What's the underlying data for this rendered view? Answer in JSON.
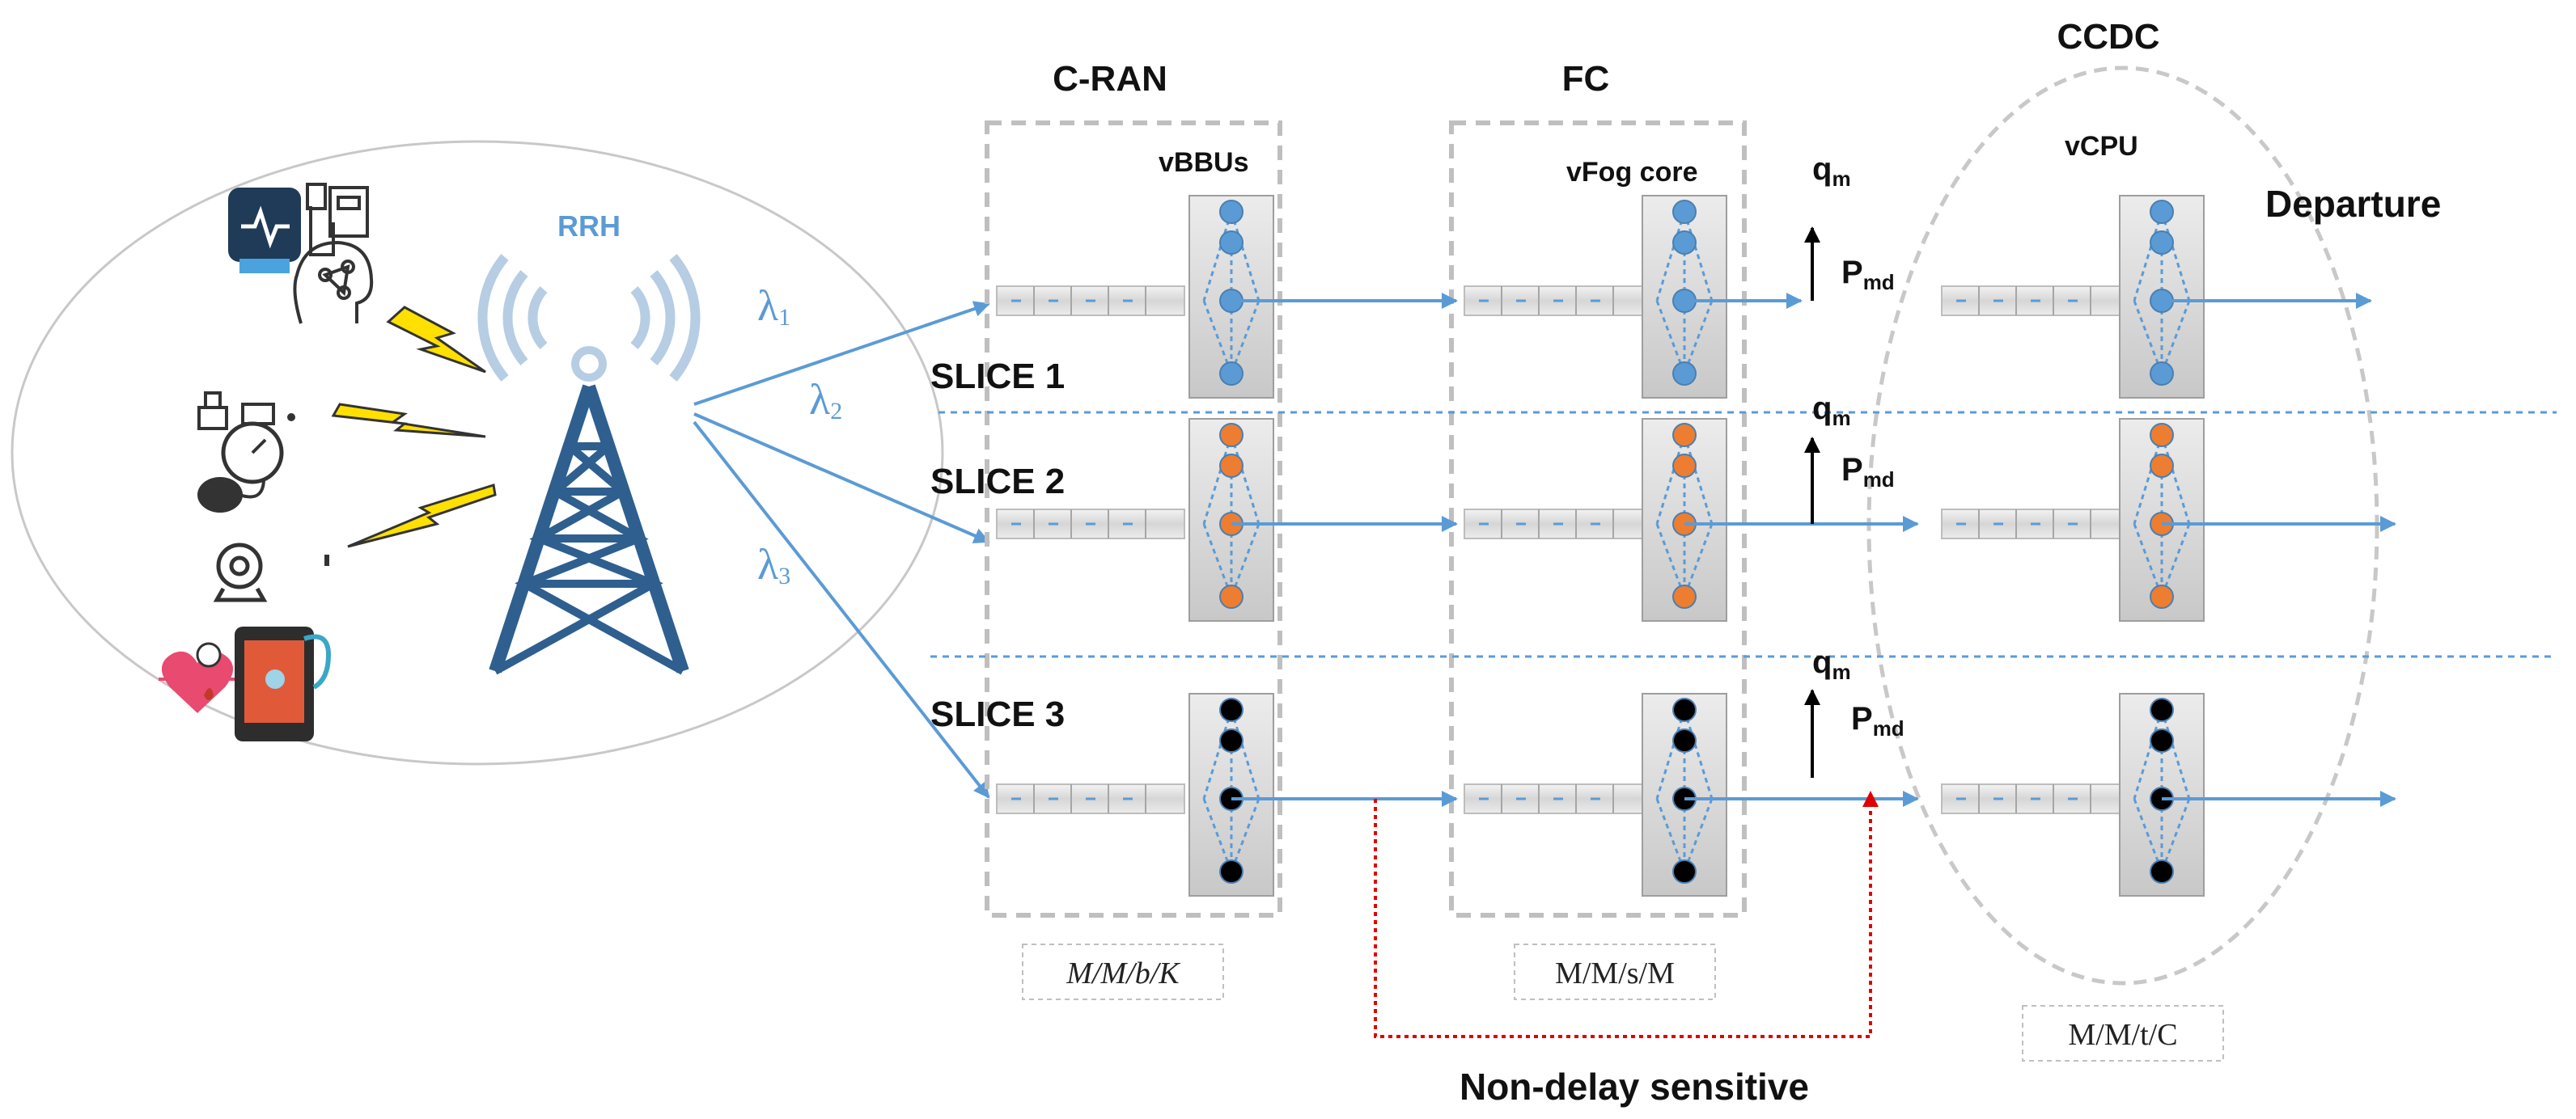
{
  "labels": {
    "rrh": "RRH",
    "cran": "C-RAN",
    "fc": "FC",
    "ccdc": "CCDC",
    "vbbus": "vBBUs",
    "vfog": "vFog core",
    "vcpu": "vCPU",
    "departure": "Departure",
    "non_delay": "Non-delay sensitive"
  },
  "lambdas": [
    {
      "sym": "λ",
      "sub": "1"
    },
    {
      "sym": "λ",
      "sub": "2"
    },
    {
      "sym": "λ",
      "sub": "3"
    }
  ],
  "slices": [
    {
      "label": "SLICE 1",
      "node_color": "#5b9bd5"
    },
    {
      "label": "SLICE 2",
      "node_color": "#ed7d31"
    },
    {
      "label": "SLICE 3",
      "node_color": "#000000"
    }
  ],
  "queue_labels": {
    "q": "q",
    "q_sub": "m",
    "p": "P",
    "p_sub": "md"
  },
  "models": {
    "cran": "M/M/b/K",
    "fc": "M/M/s/M",
    "ccdc": "M/M/t/C"
  },
  "colors": {
    "flow": "#5b9bd5",
    "box_border": "#bfbfbf",
    "non_delay_path": "#e00000",
    "lightning": "#ffe000"
  },
  "icons": [
    "smartwatch-icon",
    "patient-monitor-icon",
    "brain-head-icon",
    "scale-icon",
    "blood-pressure-icon",
    "webcam-icon",
    "heart-rate-icon",
    "tablet-stethoscope-icon"
  ]
}
